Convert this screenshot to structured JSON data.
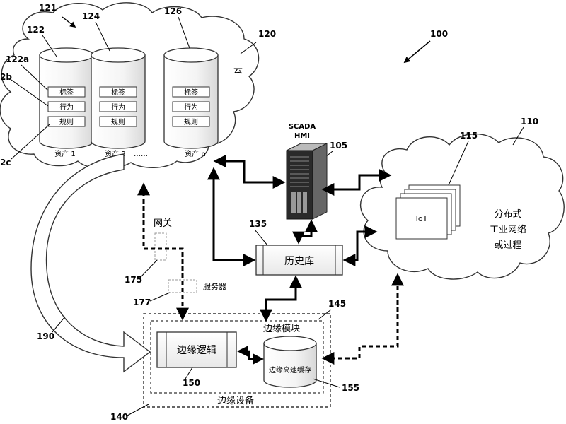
{
  "figure": {
    "system_ref": "100",
    "labels": {
      "ref_121": "121",
      "ref_122": "122",
      "ref_124": "124",
      "ref_126": "126",
      "ref_120": "120",
      "ref_122a": "122a",
      "ref_122b": "2b",
      "ref_122c": "2c",
      "ref_105": "105",
      "ref_110": "110",
      "ref_115": "115",
      "ref_135": "135",
      "ref_145": "145",
      "ref_140": "140",
      "ref_150": "150",
      "ref_155": "155",
      "ref_175": "175",
      "ref_177": "177",
      "ref_190": "190"
    },
    "cloud": {
      "label": "云"
    },
    "assets": [
      {
        "name": "资产 1",
        "tag": "标签",
        "behavior": "行为",
        "rule": "规则"
      },
      {
        "name": "资产 2",
        "tag": "标签",
        "behavior": "行为",
        "rule": "规则"
      },
      {
        "name": "资产 n",
        "tag": "标签",
        "behavior": "行为",
        "rule": "规则"
      }
    ],
    "asset_ellipsis": "……",
    "scada": {
      "line1": "SCADA",
      "line2": "HMI"
    },
    "network": {
      "line1": "分布式",
      "line2": "工业网络",
      "line3": "或过程",
      "iot": "IoT"
    },
    "historian": "历史库",
    "gateway": "网关",
    "server": "服务器",
    "edge_module": "边缘模块",
    "edge_logic": "边缘逻辑",
    "edge_cache": "边缘高速缓存",
    "edge_device": "边缘设备"
  }
}
